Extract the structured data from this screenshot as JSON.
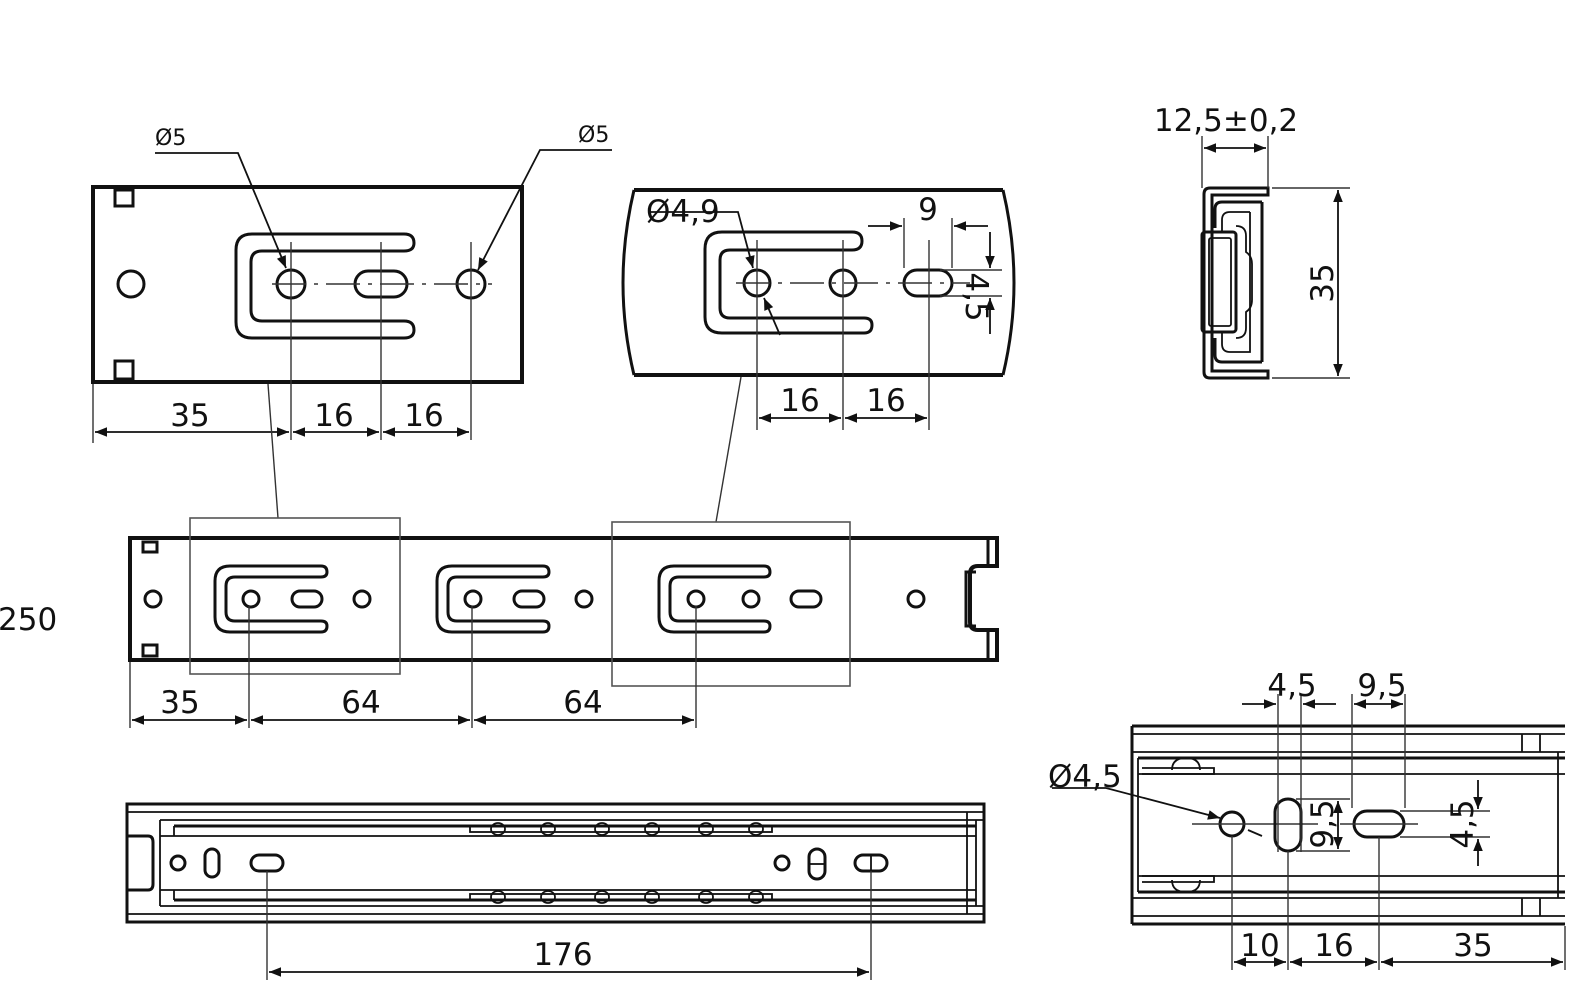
{
  "dimensions": {
    "detail_left": {
      "hole_a_diameter": "Ø5",
      "hole_b_diameter": "Ø5",
      "offset_35": "35",
      "spacing_16_a": "16",
      "spacing_16_b": "16"
    },
    "detail_right": {
      "hole_diameter": "Ø4,9",
      "slot_length": "9",
      "slot_width": "4,5",
      "spacing_16_a": "16",
      "spacing_16_b": "16"
    },
    "section": {
      "width": "12,5±0,2",
      "height": "35"
    },
    "side_view": {
      "length": "250",
      "offset_35": "35",
      "pitch_64_a": "64",
      "pitch_64_b": "64"
    },
    "bottom_view": {
      "spacing_176": "176"
    },
    "end_detail": {
      "hole_diameter": "Ø4,5",
      "slot_width_a": "4,5",
      "slot_length_a": "9,5",
      "slot_height_b": "9,5",
      "slot_height_c": "4,5",
      "offset_10": "10",
      "spacing_16": "16",
      "offset_35": "35"
    }
  },
  "colors": {
    "line": "#111111",
    "background": "#ffffff"
  }
}
